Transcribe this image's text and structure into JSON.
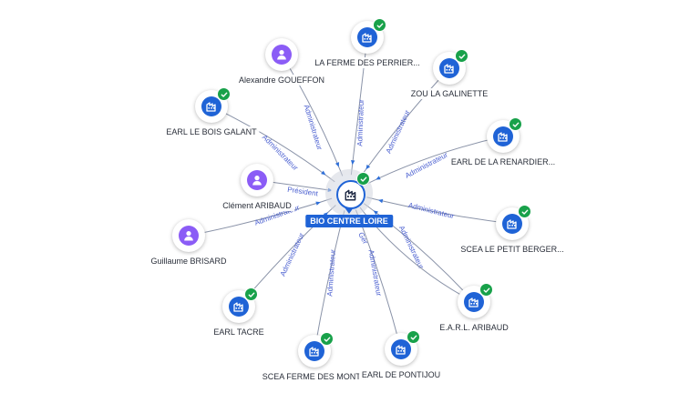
{
  "diagram": {
    "center": {
      "id": "center",
      "label": "BIO CENTRE LOIRE",
      "type": "company",
      "verified": true
    },
    "nodes": [
      {
        "id": "ferme_perrier",
        "label": "LA FERME DES PERRIER...",
        "type": "company",
        "verified": true
      },
      {
        "id": "gouffon",
        "label": "Alexandre GOUEFFON",
        "type": "person",
        "verified": false
      },
      {
        "id": "galinette",
        "label": "ZOU LA GALINETTE",
        "type": "company",
        "verified": true
      },
      {
        "id": "bois_galant",
        "label": "EARL LE BOIS GALANT",
        "type": "company",
        "verified": true
      },
      {
        "id": "renardier",
        "label": "EARL DE LA RENARDIER...",
        "type": "company",
        "verified": true
      },
      {
        "id": "aribaud_c",
        "label": "Clément ARIBAUD",
        "type": "person",
        "verified": false
      },
      {
        "id": "petit_berger",
        "label": "SCEA LE PETIT BERGER...",
        "type": "company",
        "verified": true
      },
      {
        "id": "brisard",
        "label": "Guillaume BRISARD",
        "type": "person",
        "verified": false
      },
      {
        "id": "tacre",
        "label": "EARL TACRE",
        "type": "company",
        "verified": true
      },
      {
        "id": "earl_aribaud",
        "label": "E.A.R.L. ARIBAUD",
        "type": "company",
        "verified": true
      },
      {
        "id": "ferme_mont",
        "label": "SCEA FERME DES MONT...",
        "type": "company",
        "verified": true
      },
      {
        "id": "pontijou",
        "label": "EARL DE PONTIJOU",
        "type": "company",
        "verified": true
      }
    ],
    "edges": [
      {
        "from": "center",
        "to": "ferme_perrier",
        "label": "Administrateur"
      },
      {
        "from": "center",
        "to": "gouffon",
        "label": "Administrateur"
      },
      {
        "from": "center",
        "to": "galinette",
        "label": "Administrateur"
      },
      {
        "from": "center",
        "to": "bois_galant",
        "label": "Administrateur"
      },
      {
        "from": "center",
        "to": "renardier",
        "label": "Administrateur"
      },
      {
        "from": "center",
        "to": "aribaud_c",
        "label": "Président"
      },
      {
        "from": "center",
        "to": "petit_berger",
        "label": "Administrateur"
      },
      {
        "from": "center",
        "to": "brisard",
        "label": "Administrateur"
      },
      {
        "from": "center",
        "to": "tacre",
        "label": "Administrateur"
      },
      {
        "from": "center",
        "to": "earl_aribaud",
        "label": "Administrateur"
      },
      {
        "from": "center",
        "to": "earl_aribaud",
        "label": "Gér"
      },
      {
        "from": "center",
        "to": "ferme_mont",
        "label": "Administrateur"
      },
      {
        "from": "center",
        "to": "pontijou",
        "label": "Administrateur"
      }
    ]
  },
  "icons": {
    "company": "building-icon",
    "person": "person-icon",
    "verified": "check-icon"
  },
  "colors": {
    "company": "#1f63d6",
    "person": "#8b5cf6",
    "verified": "#18a14a",
    "edge_label": "#4a5fd0"
  }
}
